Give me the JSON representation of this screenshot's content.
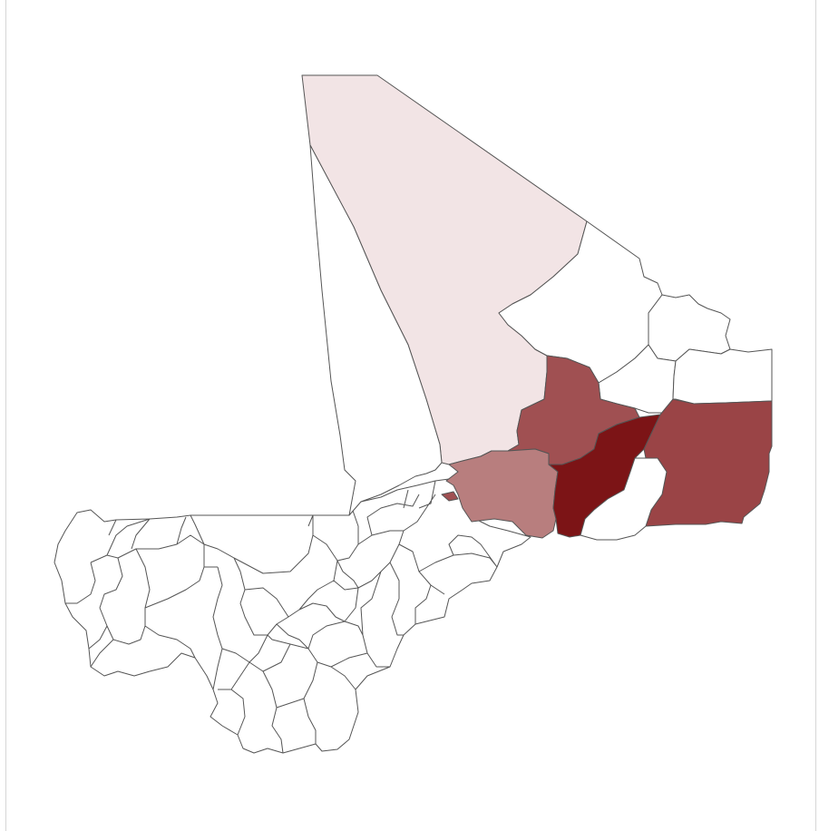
{
  "map": {
    "shading": {
      "none": "#ffffff",
      "lightest": "#f2e4e5",
      "light": "#b87e7e",
      "medium": "#a05052",
      "medium_dark": "#9a4446",
      "darkest": "#7c1416",
      "border": "#555555"
    },
    "regions": [
      {
        "id": "north-west",
        "level": "lightest"
      },
      {
        "id": "west-strip",
        "level": "none"
      },
      {
        "id": "north-east-upper",
        "level": "none"
      },
      {
        "id": "north-east-notch",
        "level": "none"
      },
      {
        "id": "east-small-a",
        "level": "none"
      },
      {
        "id": "east-small-b",
        "level": "none"
      },
      {
        "id": "central-north",
        "level": "medium"
      },
      {
        "id": "central-south",
        "level": "light"
      },
      {
        "id": "central-band",
        "level": "darkest"
      },
      {
        "id": "east-large",
        "level": "medium_dark"
      },
      {
        "id": "south-east-pocket",
        "level": "none"
      }
    ]
  }
}
